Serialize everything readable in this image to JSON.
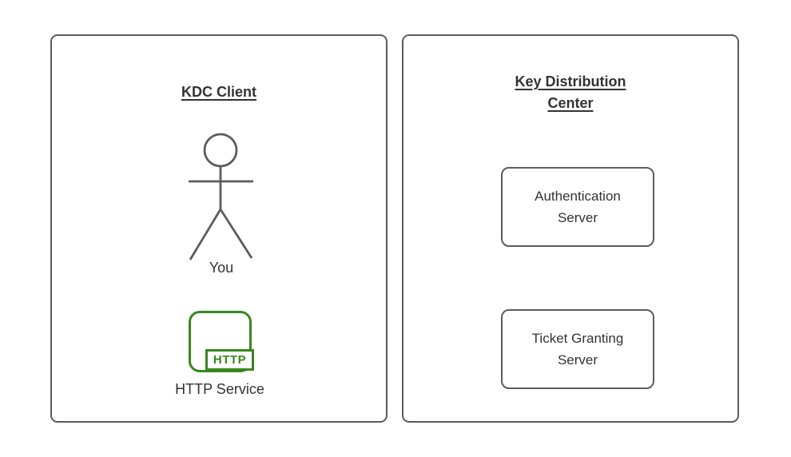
{
  "diagram": {
    "client_panel": {
      "title": "KDC Client",
      "actor_label": "You",
      "http_icon_badge": "HTTP",
      "http_service_label": "HTTP Service"
    },
    "kdc_panel": {
      "title": "Key Distribution Center",
      "nodes": [
        {
          "label": "Authentication Server"
        },
        {
          "label": "Ticket Granting Server"
        }
      ]
    },
    "colors": {
      "background": "#ffffff",
      "border_gray": "#5c5c5c",
      "text": "#333333",
      "http_green": "#38871f"
    }
  }
}
